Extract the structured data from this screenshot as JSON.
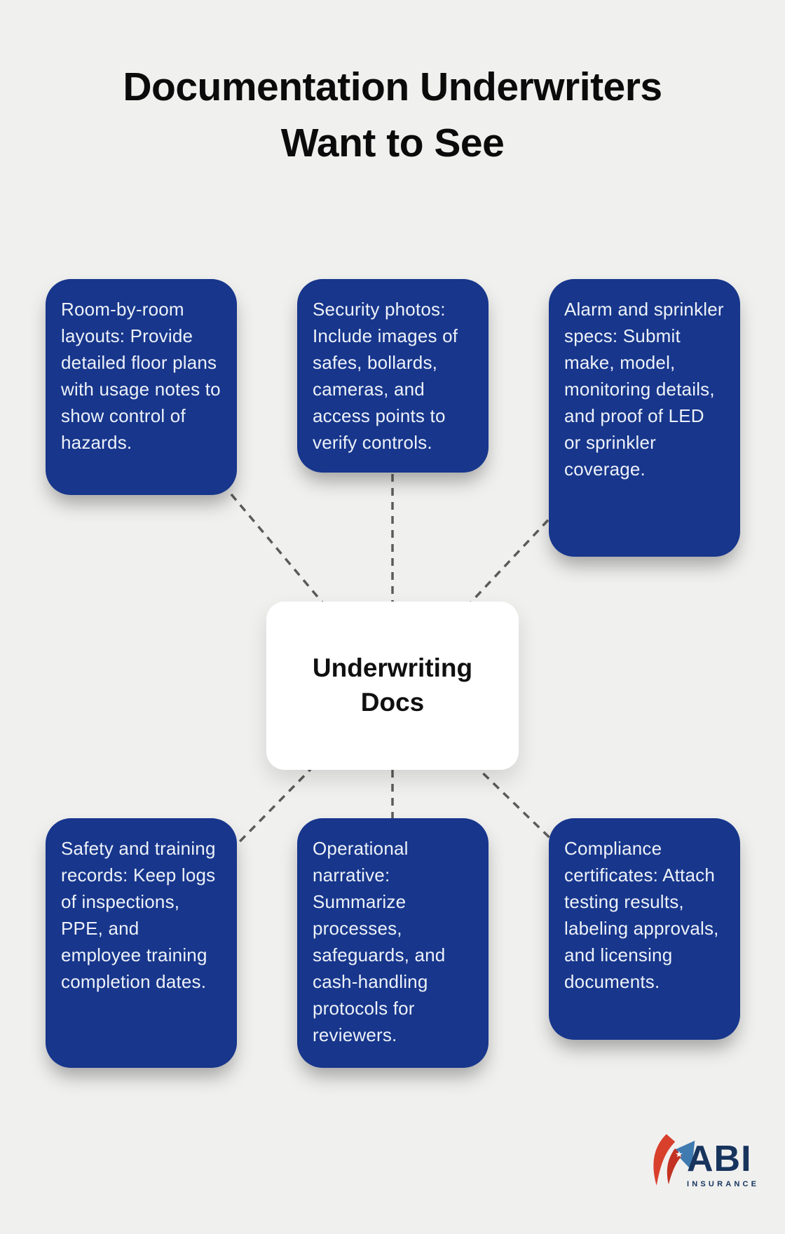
{
  "title": {
    "line1": "Documentation Underwriters",
    "line2": "Want to See"
  },
  "hub": {
    "label": "Underwriting Docs"
  },
  "nodes": [
    {
      "id": "room-by-room-layouts",
      "text": "Room-by-room layouts: Provide detailed floor plans with usage notes to show control of hazards."
    },
    {
      "id": "security-photos",
      "text": "Security photos: Include images of safes, bollards, cameras, and access points to verify controls."
    },
    {
      "id": "alarm-sprinkler-specs",
      "text": "Alarm and sprinkler specs: Submit make, model, monitoring details, and proof of LED or sprinkler coverage."
    },
    {
      "id": "safety-training-records",
      "text": "Safety and training records: Keep logs of inspections, PPE, and employee training completion dates."
    },
    {
      "id": "operational-narrative",
      "text": "Operational narrative: Summarize processes, safeguards, and cash-handling protocols for reviewers."
    },
    {
      "id": "compliance-certificates",
      "text": "Compliance certificates: Attach testing results, labeling approvals, and licensing documents."
    }
  ],
  "logo": {
    "name": "ABI",
    "tagline": "INSURANCE"
  },
  "colors": {
    "background": "#f0f0ef",
    "node_blue": "#17368c",
    "node_text": "#edf1f8",
    "connector_gray": "#5b5b5b",
    "logo_navy": "#17345d",
    "logo_red": "#d8402c",
    "logo_flag_blue": "#3f7ab0"
  }
}
